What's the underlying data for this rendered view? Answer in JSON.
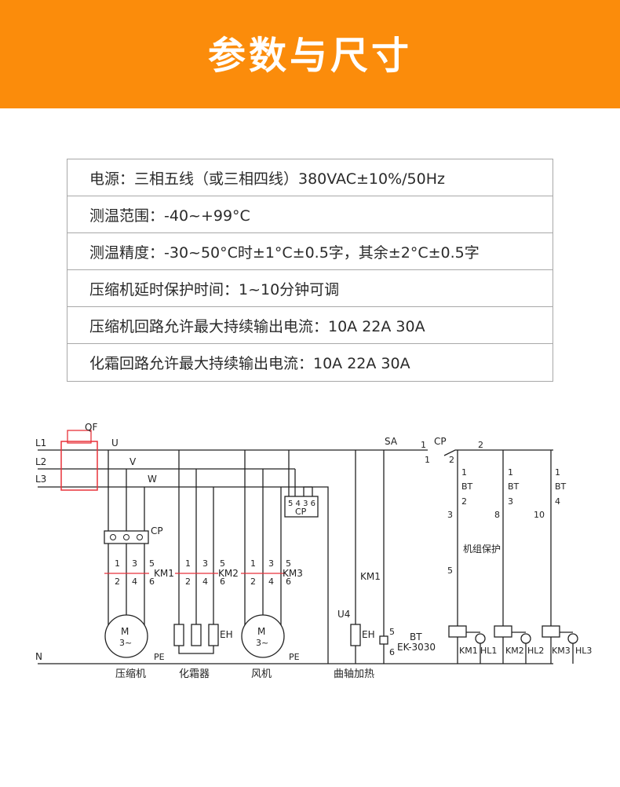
{
  "banner": {
    "title": "参数与尺寸",
    "color": "#fb8c0b"
  },
  "specs": [
    "电源：三相五线（或三相四线）380VAC±10%/50Hz",
    "测温范围：-40~+99°C",
    "测温精度：-30~50°C时±1°C±0.5字，其余±2°C±0.5字",
    "压缩机延时保护时间：1~10分钟可调",
    "压缩机回路允许最大持续输出电流：10A 22A 30A",
    "化霜回路允许最大持续输出电流：10A 22A 30A"
  ],
  "diagram": {
    "lines": {
      "l1": "L1",
      "l2": "L2",
      "l3": "L3",
      "n": "N",
      "u": "U",
      "v": "V",
      "w": "W"
    },
    "qf": "QF",
    "cp_breaker": "CP",
    "cp_monitor": {
      "terminals": "5 4 3 6",
      "label": "CP"
    },
    "contactors": [
      {
        "name": "KM1",
        "top": [
          "1",
          "3",
          "5"
        ],
        "bottom": [
          "2",
          "4",
          "6"
        ]
      },
      {
        "name": "KM2",
        "top": [
          "1",
          "3",
          "5"
        ],
        "bottom": [
          "2",
          "4",
          "6"
        ]
      },
      {
        "name": "KM3",
        "top": [
          "1",
          "3",
          "5"
        ],
        "bottom": [
          "2",
          "4",
          "6"
        ]
      }
    ],
    "motor": {
      "symbol": "M",
      "phase": "3~"
    },
    "pe": "PE",
    "eh": "EH",
    "loads": {
      "compressor": "压缩机",
      "defrost": "化霜器",
      "fan": "风机",
      "crank_heat": "曲轴加热"
    },
    "crank": {
      "km": "KM1",
      "u4": "U4",
      "eh": "EH"
    },
    "sa": "SA",
    "sa_nums": [
      "1",
      "1"
    ],
    "cp_ctrl": {
      "label": "CP",
      "n1": "2",
      "n2": "2"
    },
    "bt_module": {
      "label": "BT",
      "model": "EK-3030",
      "t5": "5",
      "t6": "6"
    },
    "bt_branches": [
      {
        "top": "1",
        "label": "BT",
        "sub": "2",
        "num": "3",
        "km": "KM1",
        "hl": "HL1"
      },
      {
        "top": "1",
        "label": "BT",
        "sub": "3",
        "num": "8",
        "km": "KM2",
        "hl": "HL2"
      },
      {
        "top": "1",
        "label": "BT",
        "sub": "4",
        "num": "10",
        "km": "KM3",
        "hl": "HL3"
      }
    ],
    "protection": {
      "label": "机组保护",
      "num": "5"
    },
    "accent": "#e8323a"
  }
}
